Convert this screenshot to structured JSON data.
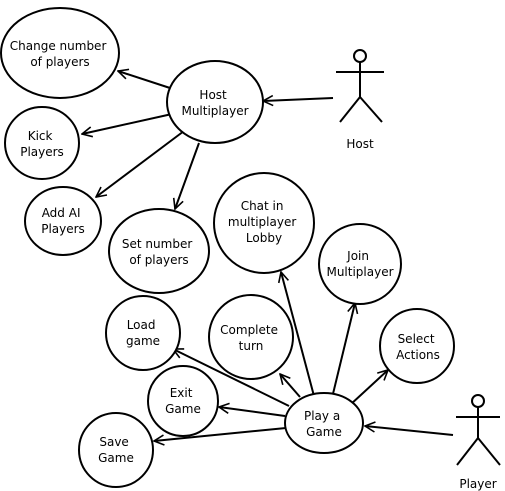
{
  "colors": {
    "stroke": "#000000",
    "fill": "#ffffff",
    "text": "#000000"
  },
  "actors": {
    "host": "Host",
    "player": "Player"
  },
  "use_cases": {
    "change_players": [
      "Change number",
      "of players"
    ],
    "host_multiplayer": [
      "Host",
      "Multiplayer"
    ],
    "kick_players": [
      "Kick",
      "Players"
    ],
    "add_ai_players": [
      "Add AI",
      "Players"
    ],
    "set_players": [
      "Set number",
      "of players"
    ],
    "chat_lobby": [
      "Chat in",
      "multiplayer",
      "Lobby"
    ],
    "join_multiplayer": [
      "Join",
      "Multiplayer"
    ],
    "load_game": [
      "Load",
      "game"
    ],
    "complete_turn": [
      "Complete",
      "turn"
    ],
    "select_actions": [
      "Select",
      "Actions"
    ],
    "exit_game": [
      "Exit",
      "Game"
    ],
    "play_game": [
      "Play a",
      "Game"
    ],
    "save_game": [
      "Save",
      "Game"
    ]
  }
}
